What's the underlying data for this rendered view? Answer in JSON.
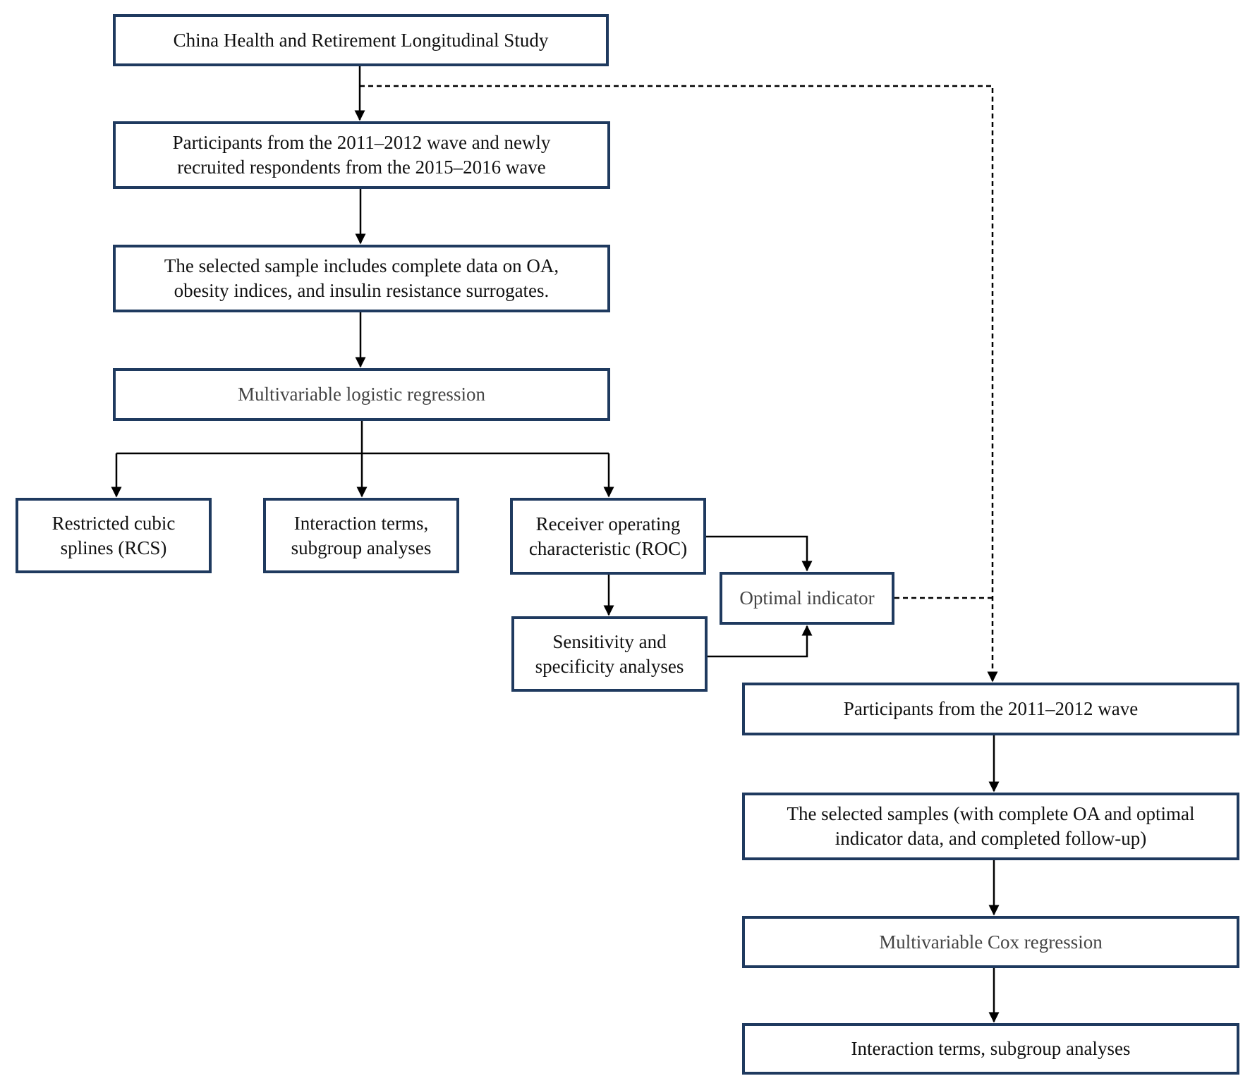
{
  "colors": {
    "box_border": "#1f3a5f",
    "line": "#000000",
    "text": "#111111",
    "muted_text": "#444444"
  },
  "boxes": {
    "charls": "China Health and Retirement Longitudinal Study",
    "participants_both_waves": "Participants from the 2011–2012 wave and newly\nrecruited respondents from the 2015–2016 wave",
    "selected_sample": "The selected sample includes complete data on OA,\nobesity indices, and insulin resistance surrogates.",
    "logistic_regression": "Multivariable logistic regression",
    "rcs": "Restricted cubic\nsplines (RCS)",
    "interaction_left": "Interaction terms,\nsubgroup analyses",
    "roc": "Receiver operating\ncharacteristic (ROC)",
    "optimal_indicator": "Optimal indicator",
    "sensitivity": "Sensitivity and\nspecificity analyses",
    "participants_2011": "Participants from the 2011–2012 wave",
    "selected_samples_followup": "The selected samples (with complete OA and optimal\nindicator data, and completed follow-up)",
    "cox_regression": "Multivariable Cox regression",
    "interaction_right": "Interaction terms, subgroup analyses"
  }
}
